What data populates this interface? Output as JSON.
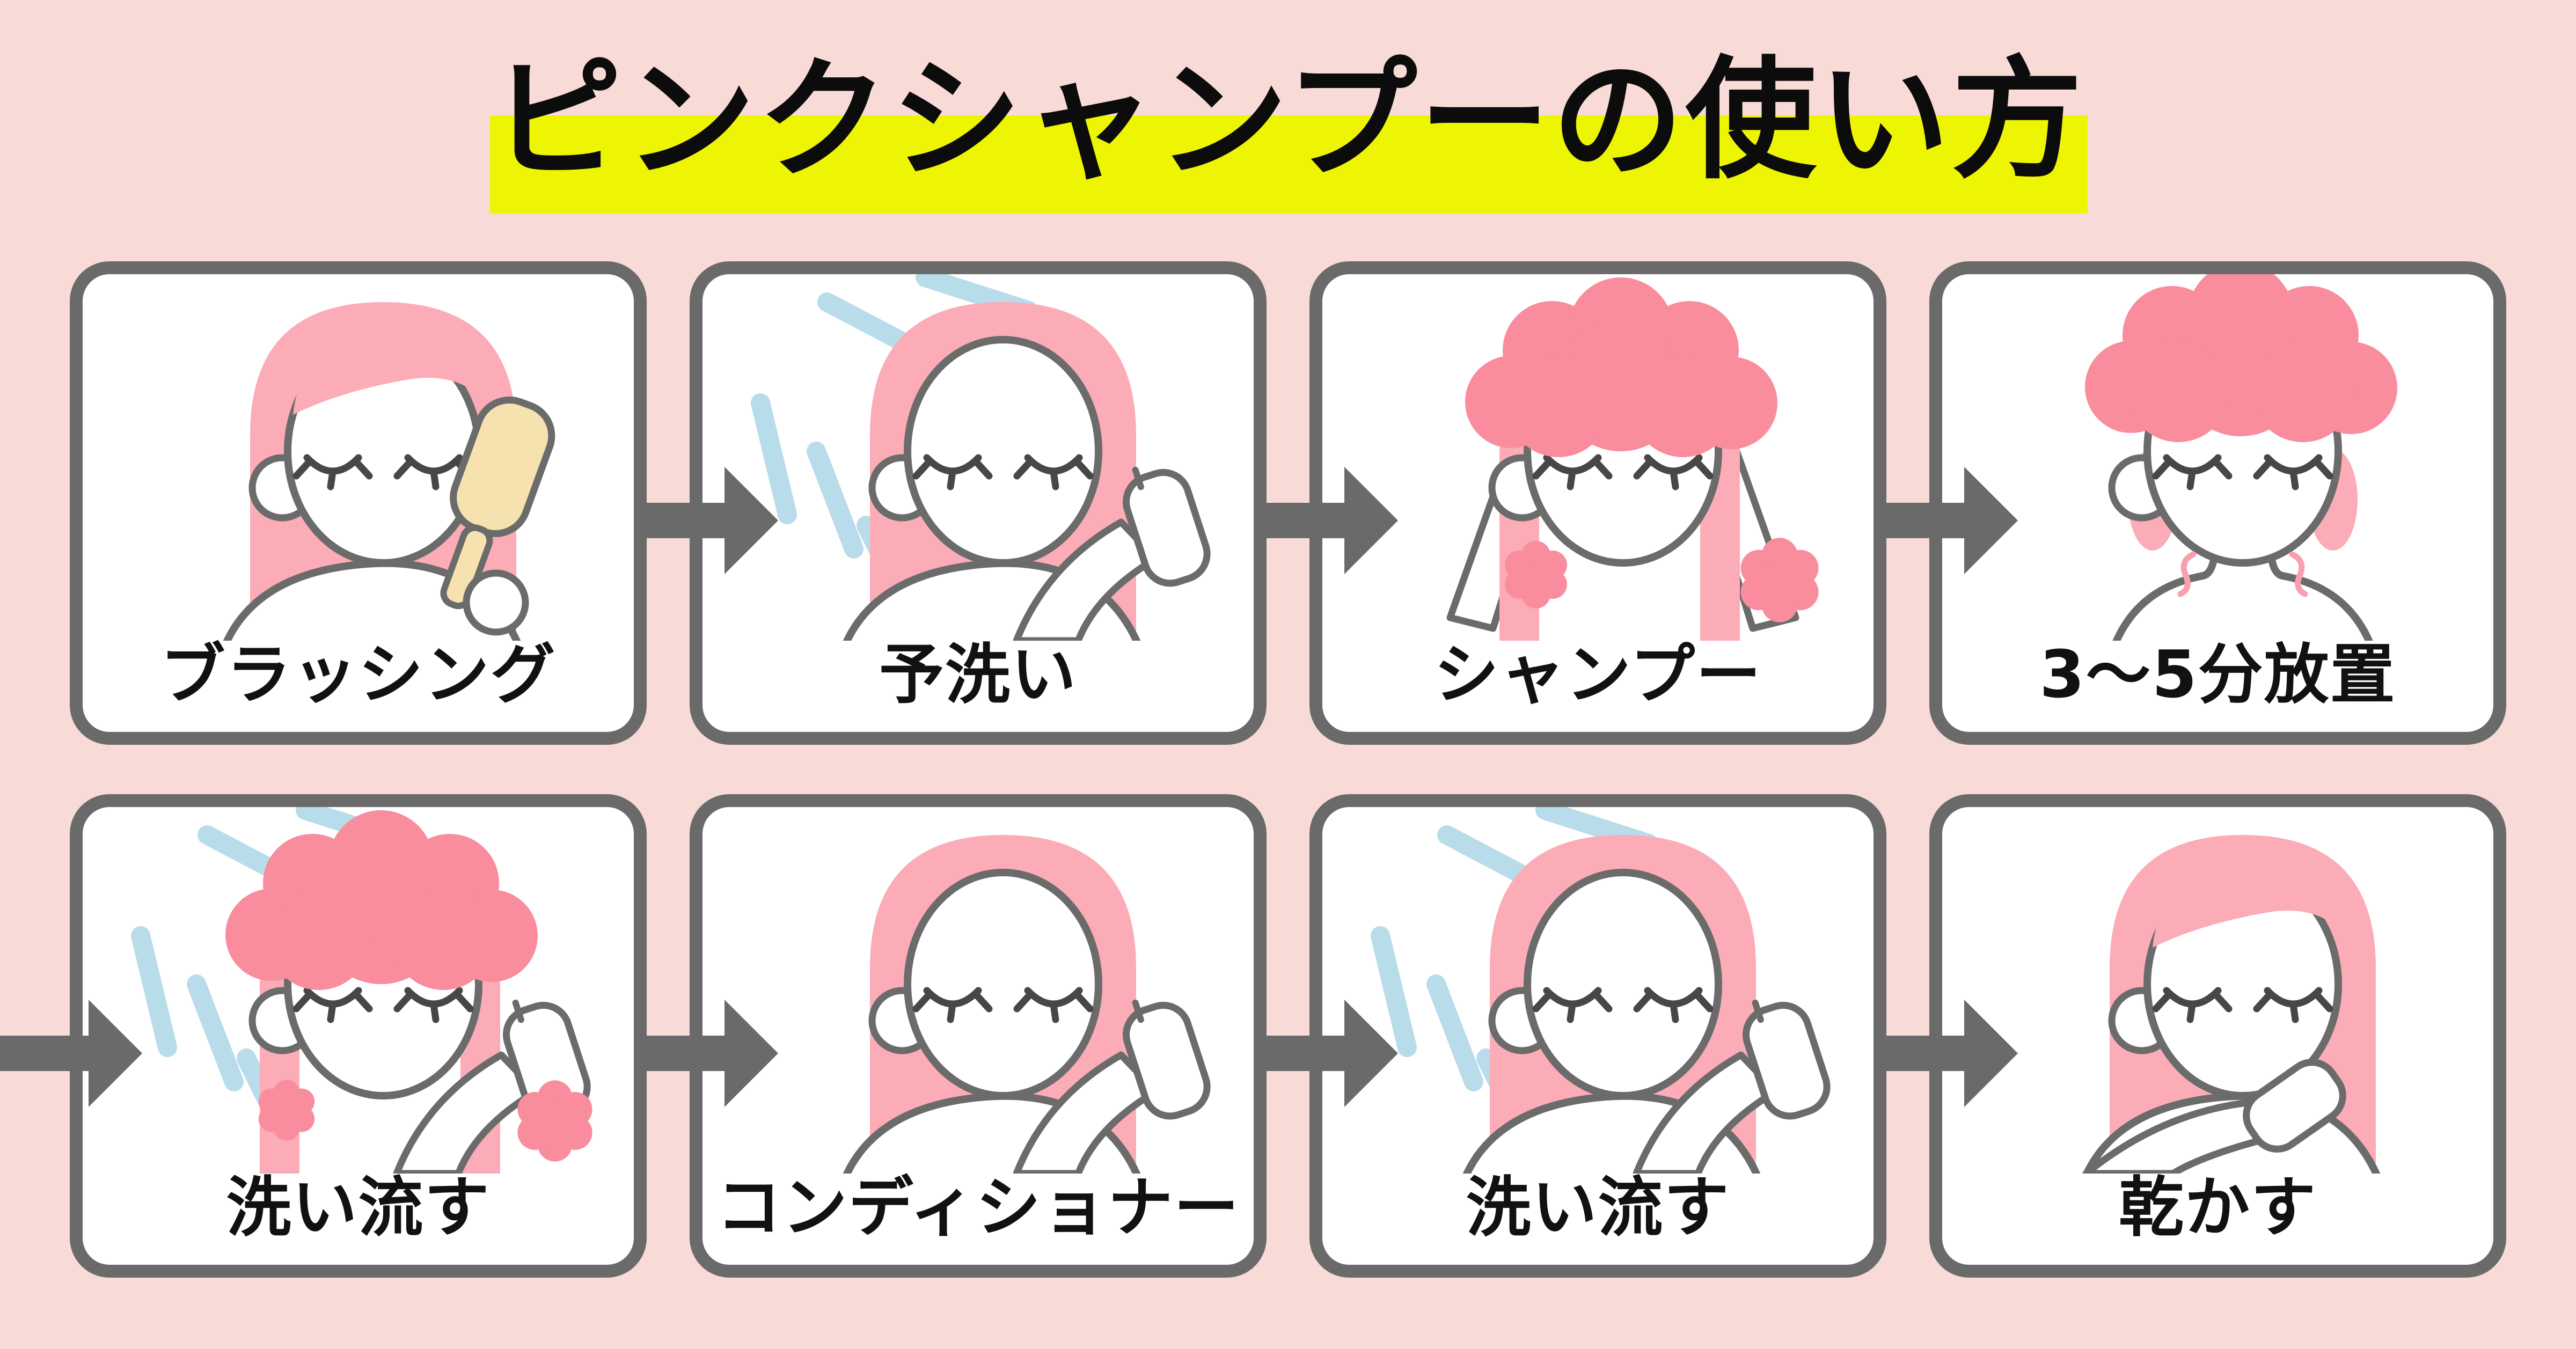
{
  "title": {
    "text": "ピンクシャンプーの使い方",
    "highlight_color": "#eef502",
    "text_color": "#0c0c0c"
  },
  "steps": [
    {
      "label": "ブラッシング",
      "illustration": "woman-brushing-pink-hair"
    },
    {
      "label": "予洗い",
      "illustration": "woman-shower-pre-rinse"
    },
    {
      "label": "シャンプー",
      "illustration": "woman-shampoo-lather"
    },
    {
      "label": "3〜5分放置",
      "illustration": "woman-lather-waiting"
    },
    {
      "label": "洗い流す",
      "illustration": "woman-shower-rinsing-lather"
    },
    {
      "label": "コンディショナー",
      "illustration": "woman-applying-conditioner"
    },
    {
      "label": "洗い流す",
      "illustration": "woman-shower-rinsing"
    },
    {
      "label": "乾かす",
      "illustration": "woman-drying-hair"
    }
  ],
  "flow": {
    "arrow_icon": "right-arrow",
    "arrow_color": "#6a6a6a",
    "row_wrap_note": "arrow enters row 2 from left edge"
  },
  "colors": {
    "background": "#f8dbd6",
    "card_background": "#ffffff",
    "card_border": "#6a6a6a",
    "outline_gray": "#6b6b6b",
    "hair_pink": "#fbacb6",
    "lather_pink": "#f98c9d",
    "water_blue": "#b8dcea",
    "brush_cream": "#f6e2ae",
    "highlight_yellow": "#eef502"
  }
}
